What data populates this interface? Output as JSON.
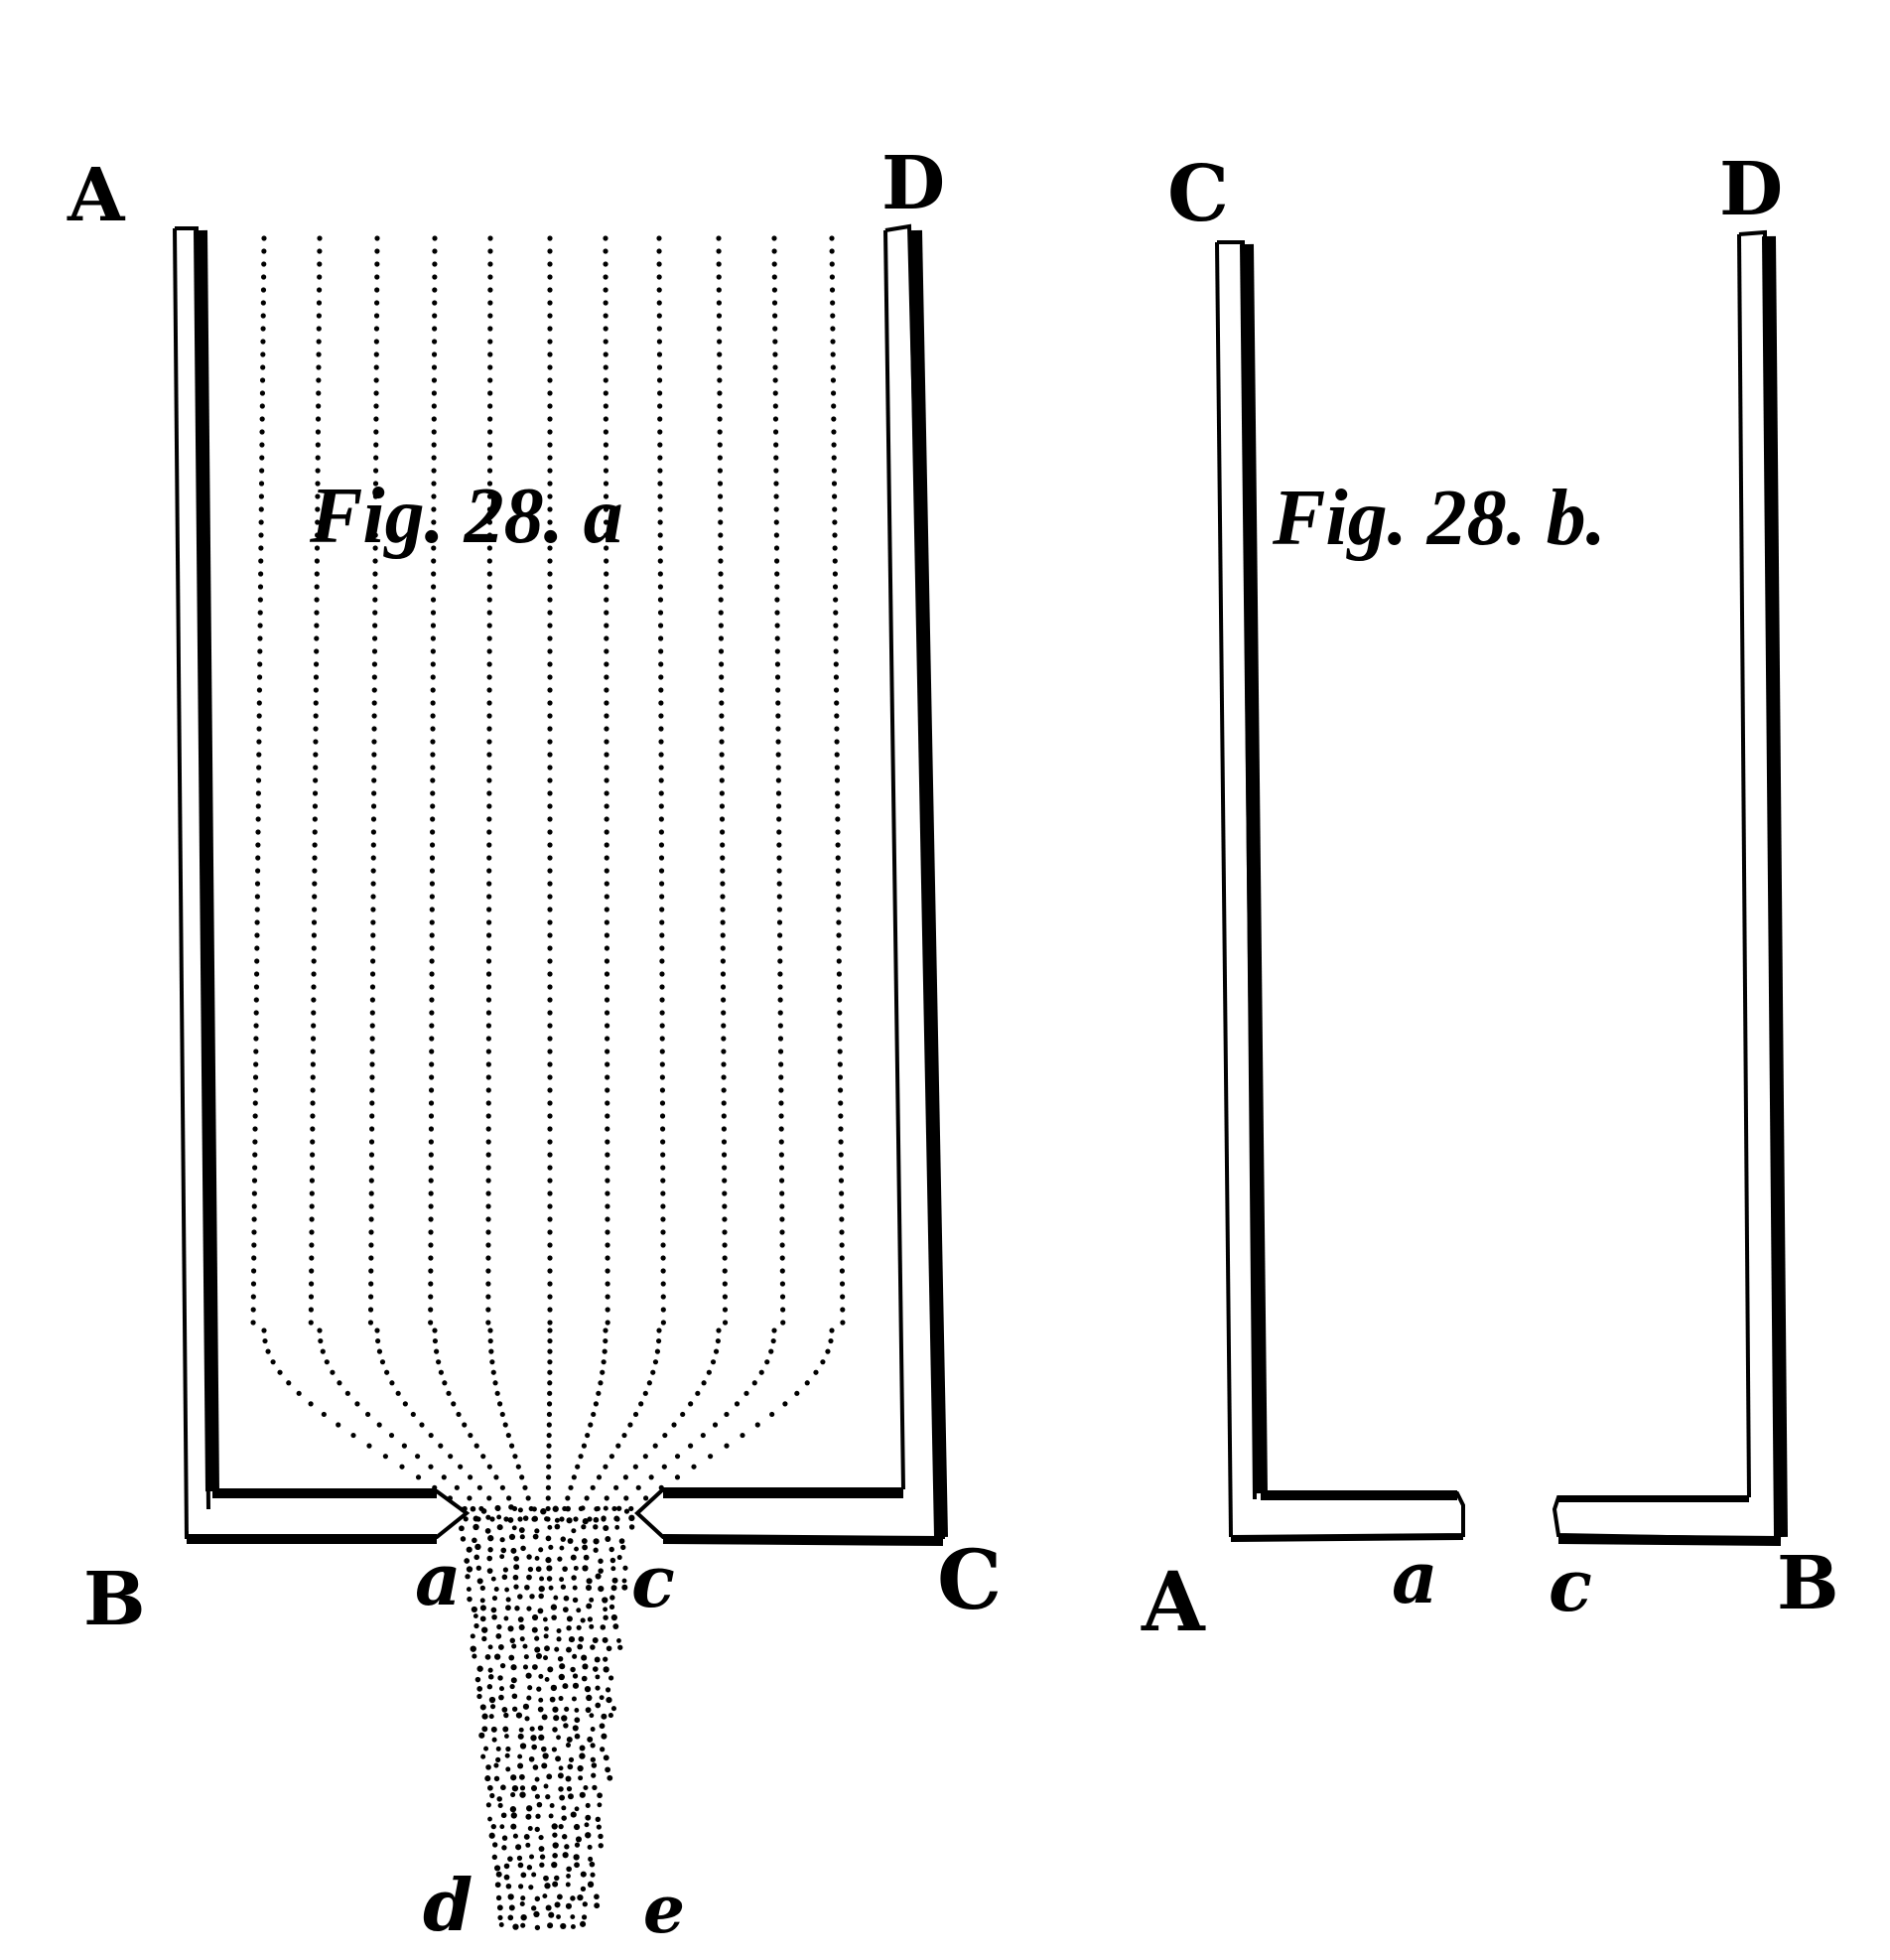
{
  "figure_a": {
    "caption": "Fig. 28. a",
    "labels": {
      "A": "A",
      "D": "D",
      "B": "B",
      "C": "C",
      "a": "a",
      "c": "c",
      "d": "d",
      "e": "e"
    }
  },
  "figure_b": {
    "caption": "Fig. 28. b.",
    "labels": {
      "C": "C",
      "D": "D",
      "A": "A",
      "B": "B",
      "a": "a",
      "c": "c"
    }
  },
  "colors": {
    "ink": "#000000",
    "paper": "#ffffff"
  }
}
